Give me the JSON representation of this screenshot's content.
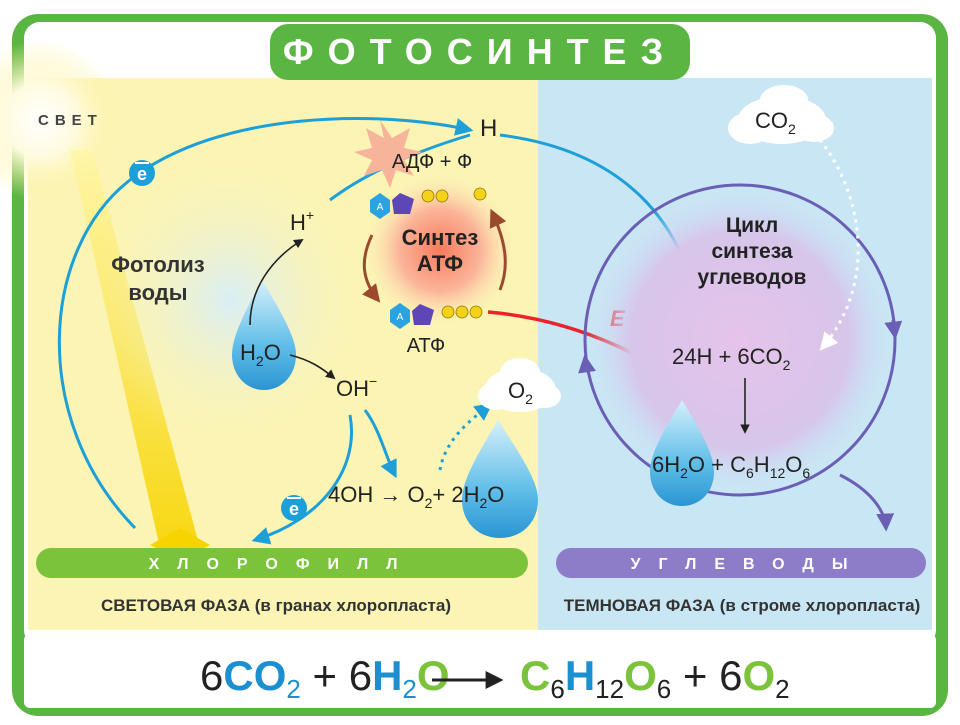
{
  "title": "ФОТОСИНТЕЗ",
  "light_label": "СВЕТ",
  "electron": "e",
  "photolysis": [
    "Фотолиз",
    "воды"
  ],
  "water": {
    "base": "H",
    "sub": "2",
    "tail": "O"
  },
  "h_plus": {
    "base": "H",
    "sup": "+"
  },
  "h_top": "H",
  "oh_minus": {
    "base": "OH",
    "sup": "−"
  },
  "adp_f": "АДФ + Ф",
  "atp_synthesis": [
    "Синтез",
    "АТФ"
  ],
  "atp": "АТФ",
  "adenine": "А",
  "energy": "E",
  "o2_cloud": {
    "base": "O",
    "sub": "2"
  },
  "co2_cloud": {
    "base": "CO",
    "sub": "2"
  },
  "oh_reaction": {
    "p1": "4OH → O",
    "s1": "2",
    "p2": "+ 2H",
    "s2": "2",
    "p3": "O"
  },
  "cycle": [
    "Цикл",
    "синтеза",
    "углеводов"
  ],
  "dark_reaction": {
    "p1": "24H + 6CO",
    "s1": "2"
  },
  "dark_products": {
    "p1": "6H",
    "s1": "2",
    "p2": "O + C",
    "s2": "6",
    "p3": "H",
    "s3": "12",
    "p4": "O",
    "s4": "6"
  },
  "chlorophyll_bar": "ХЛОРОФИЛЛ",
  "carbs_bar": "УГЛЕВОДЫ",
  "light_phase": "СВЕТОВАЯ ФАЗА (в гранах хлоропласта)",
  "dark_phase": "ТЕМНОВАЯ ФАЗА (в строме хлоропласта)",
  "equation": {
    "t1": "6",
    "t2": "CO",
    "t3": "2",
    "t4": " + 6",
    "t5": "H",
    "t6": "2",
    "t7": "O",
    "t8": "C",
    "t9": "6",
    "t10": "H",
    "t11": "12",
    "t12": "O",
    "t13": "6",
    "t14": " + 6",
    "t15": "O",
    "t16": "2"
  },
  "colors": {
    "frame_green": "#5bb543",
    "light_bg": "#fbf4b4",
    "dark_bg": "#c9e6f5",
    "arrow_blue": "#1d9fd8",
    "arrow_red": "#e8232b",
    "cycle_purple": "#6b5fb5",
    "eq_blue": "#1b8fd0",
    "eq_green": "#7cc33c"
  }
}
